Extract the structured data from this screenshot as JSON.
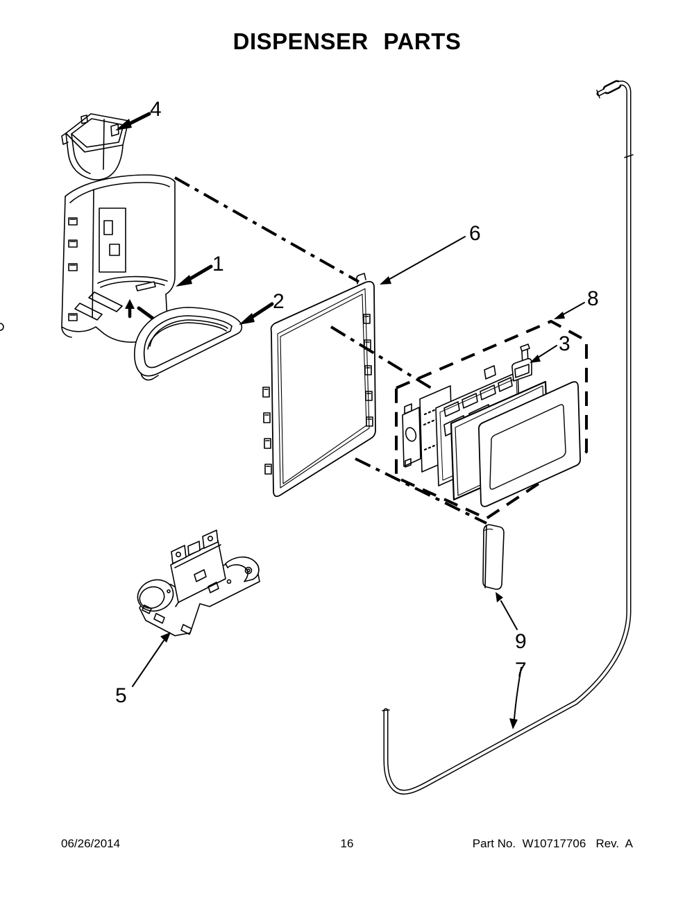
{
  "title": "DISPENSER PARTS",
  "footer": {
    "date": "06/26/2014",
    "page_number": "16",
    "part_info": "Part No.  W10717706   Rev.  A"
  },
  "callouts": [
    {
      "number": "1"
    },
    {
      "number": "2"
    },
    {
      "number": "3"
    },
    {
      "number": "4"
    },
    {
      "number": "5"
    },
    {
      "number": "6"
    },
    {
      "number": "7"
    },
    {
      "number": "8"
    },
    {
      "number": "9"
    }
  ]
}
